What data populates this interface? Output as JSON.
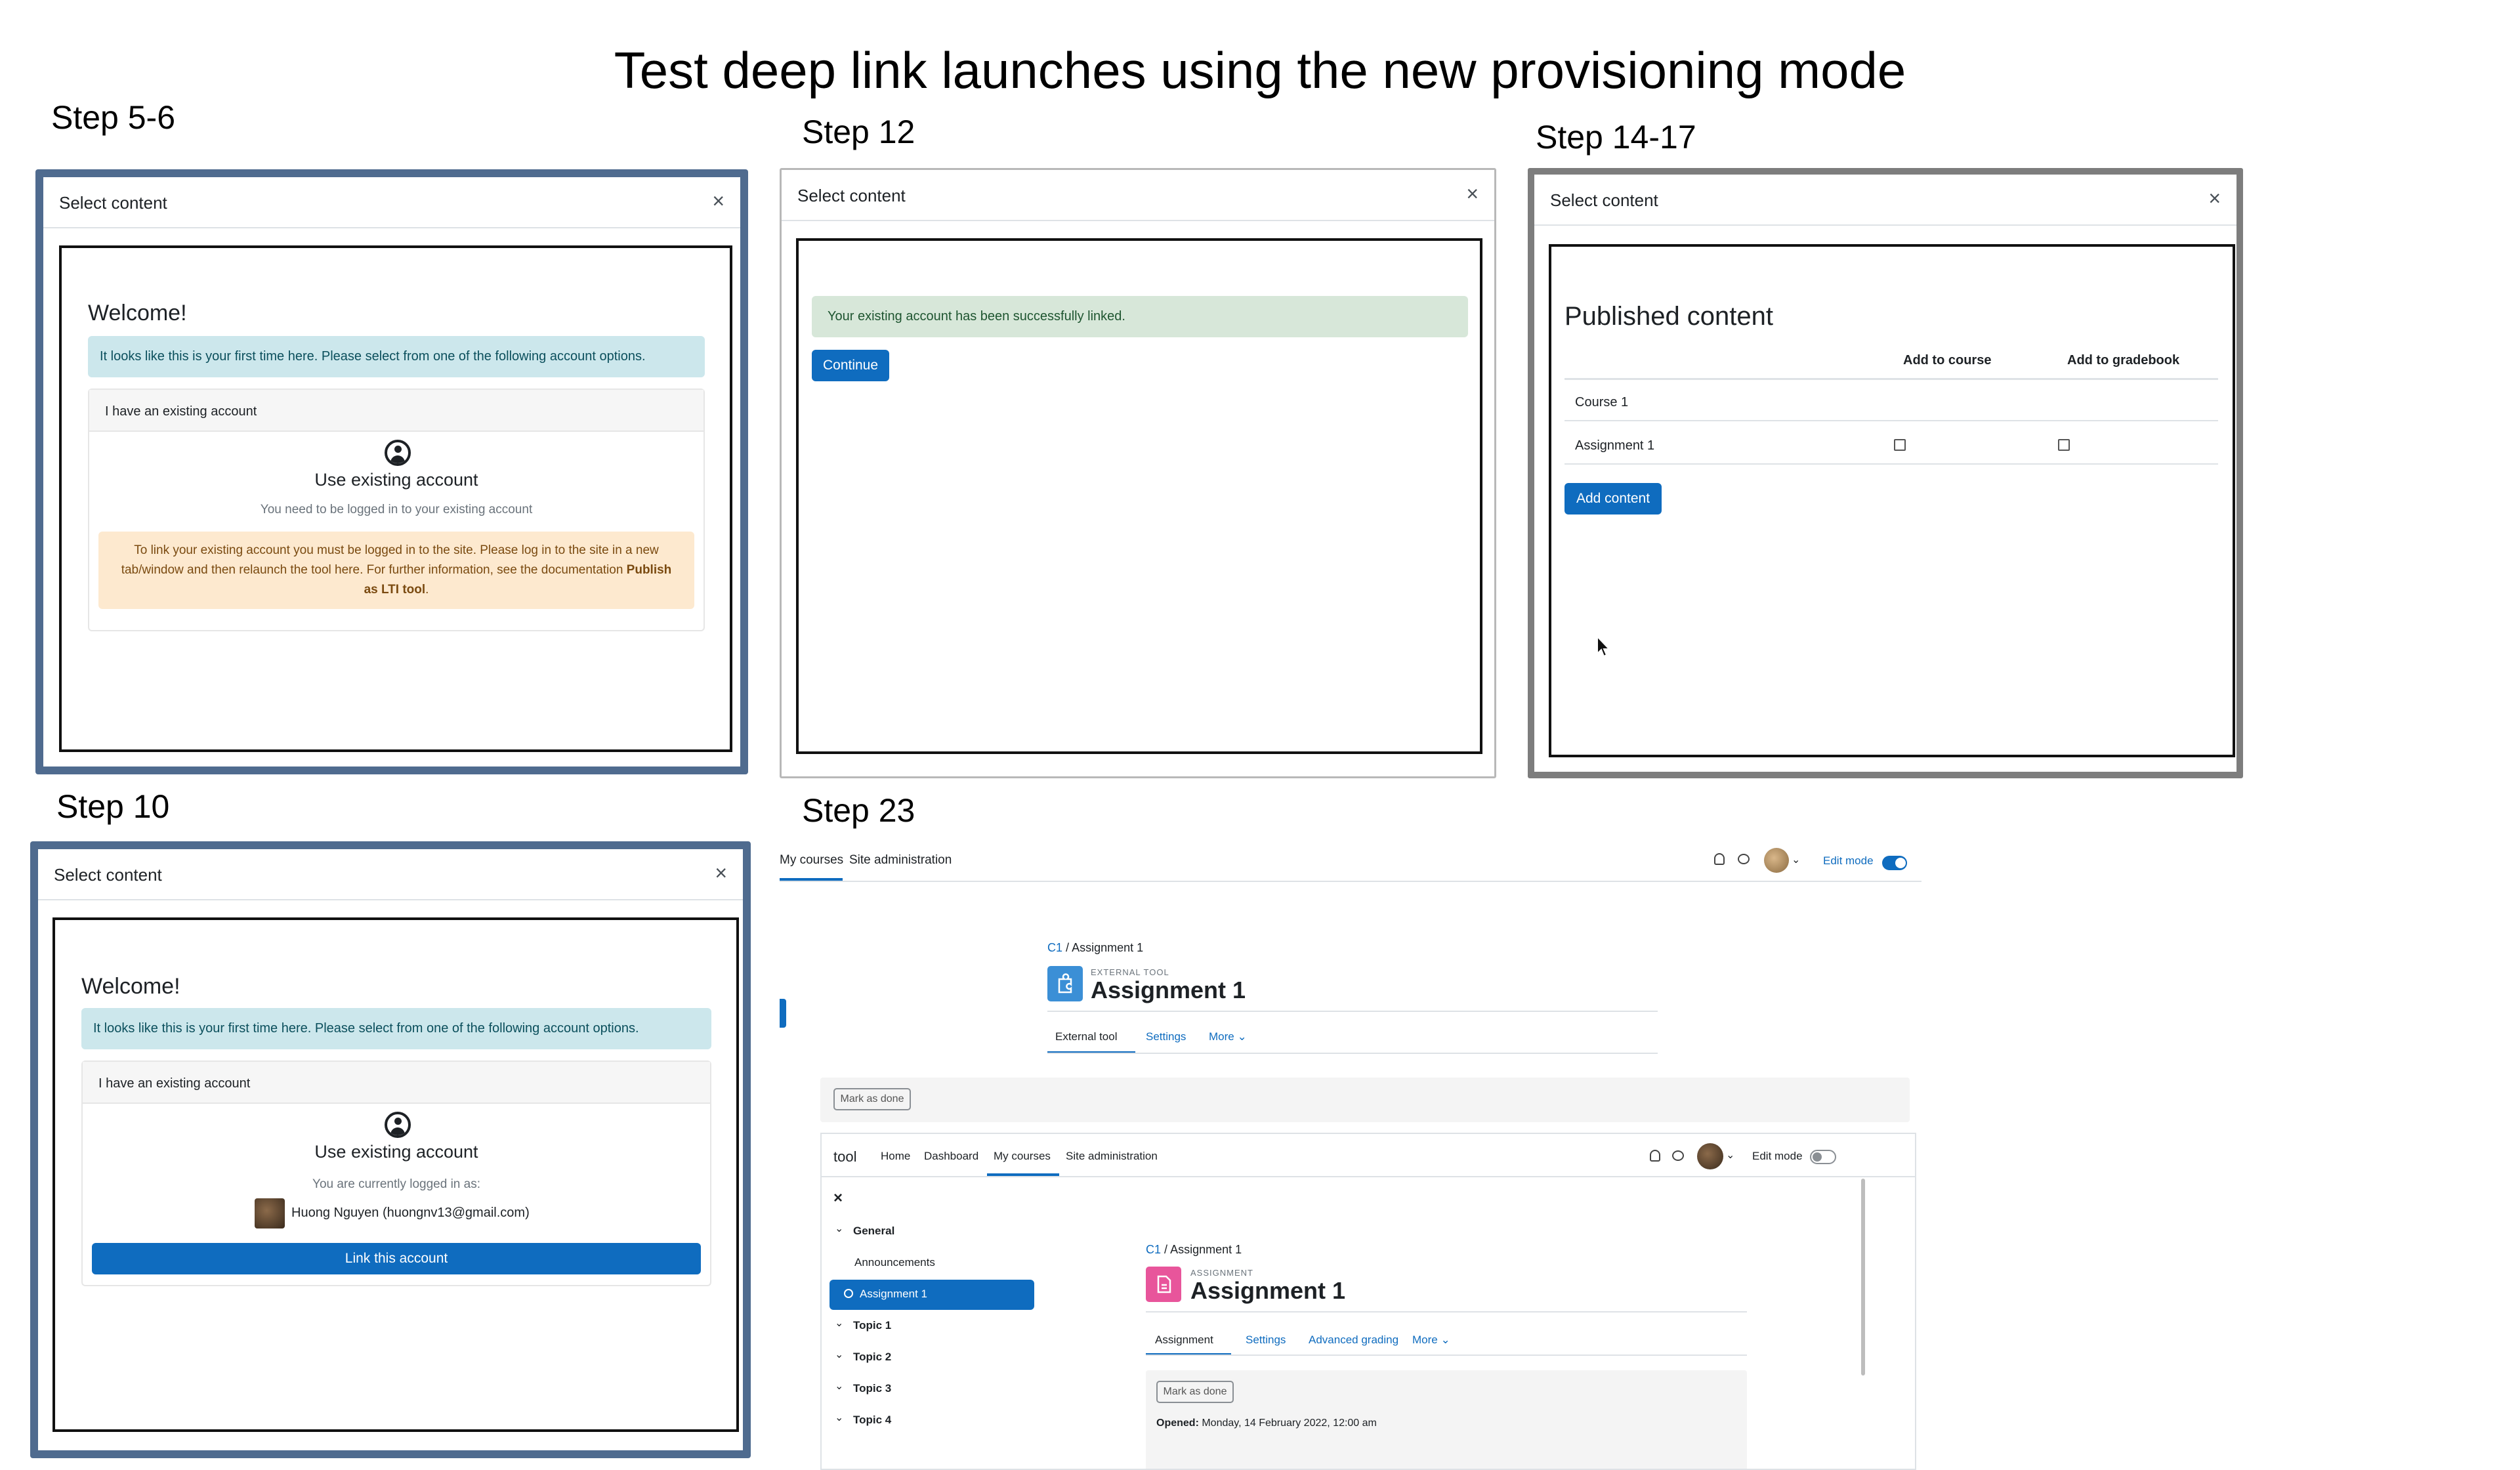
{
  "title": "Test deep link launches using the new provisioning mode",
  "steps": {
    "s56": "Step 5-6",
    "s12": "Step 12",
    "s1417": "Step 14-17",
    "s10": "Step 10",
    "s23": "Step 23"
  },
  "dialog": {
    "title": "Select content",
    "close": "×"
  },
  "welcome": {
    "heading": "Welcome!",
    "info": "It looks like this is your first time here. Please select from one of the following account options.",
    "card_header": "I have an existing account",
    "use_existing": "Use existing account",
    "need_login": "You need to be logged in to your existing account",
    "warn_text": "To link your existing account you must be logged in to the site. Please log in to the site in a new tab/window and then relaunch the tool here. For further information, see the documentation",
    "warn_link": "Publish as LTI tool",
    "warn_end": ".",
    "logged_in_as": "You are currently logged in as:",
    "user_name": "Huong Nguyen (huongnv13@gmail.com)",
    "link_button": "Link this account"
  },
  "step12": {
    "success": "Your existing account has been successfully linked.",
    "continue": "Continue"
  },
  "published": {
    "heading": "Published content",
    "col_add_course": "Add to course",
    "col_add_gradebook": "Add to gradebook",
    "row_course": "Course 1",
    "row_assignment": "Assignment 1",
    "add_button": "Add content"
  },
  "step23": {
    "top_nav": {
      "my_courses": "My courses",
      "site_admin": "Site administration",
      "edit_mode": "Edit mode"
    },
    "top_page": {
      "crumb_course": "C1",
      "crumb_sep": "/",
      "crumb_item": "Assignment 1",
      "type": "EXTERNAL TOOL",
      "title": "Assignment 1",
      "tabs": [
        "External tool",
        "Settings",
        "More ⌄"
      ],
      "mark_done": "Mark as done"
    },
    "inner_nav": {
      "brand": "tool",
      "links": [
        "Home",
        "Dashboard",
        "My courses",
        "Site administration"
      ],
      "edit_mode": "Edit mode"
    },
    "sidebar": {
      "close": "×",
      "general": "General",
      "announcements": "Announcements",
      "assignment": "Assignment 1",
      "topics": [
        "Topic 1",
        "Topic 2",
        "Topic 3",
        "Topic 4"
      ]
    },
    "inner_page": {
      "crumb_course": "C1",
      "crumb_sep": "/",
      "crumb_item": "Assignment 1",
      "type": "ASSIGNMENT",
      "title": "Assignment 1",
      "tabs": [
        "Assignment",
        "Settings",
        "Advanced grading",
        "More ⌄"
      ],
      "mark_done": "Mark as done",
      "opened_label": "Opened:",
      "opened_value": "Monday, 14 February 2022, 12:00 am"
    }
  },
  "colors": {
    "primary": "#0f6cbf",
    "info_bg": "#cce7ec",
    "success_bg": "#d7e7d9",
    "warning_bg": "#fde9cf",
    "assignment_icon": "#e8559b",
    "external_tool_icon": "#3b8fd6"
  },
  "icons": [
    "close-icon",
    "user-circle-icon",
    "bell-icon",
    "chat-icon",
    "chevron-down-icon",
    "cursor-icon"
  ]
}
